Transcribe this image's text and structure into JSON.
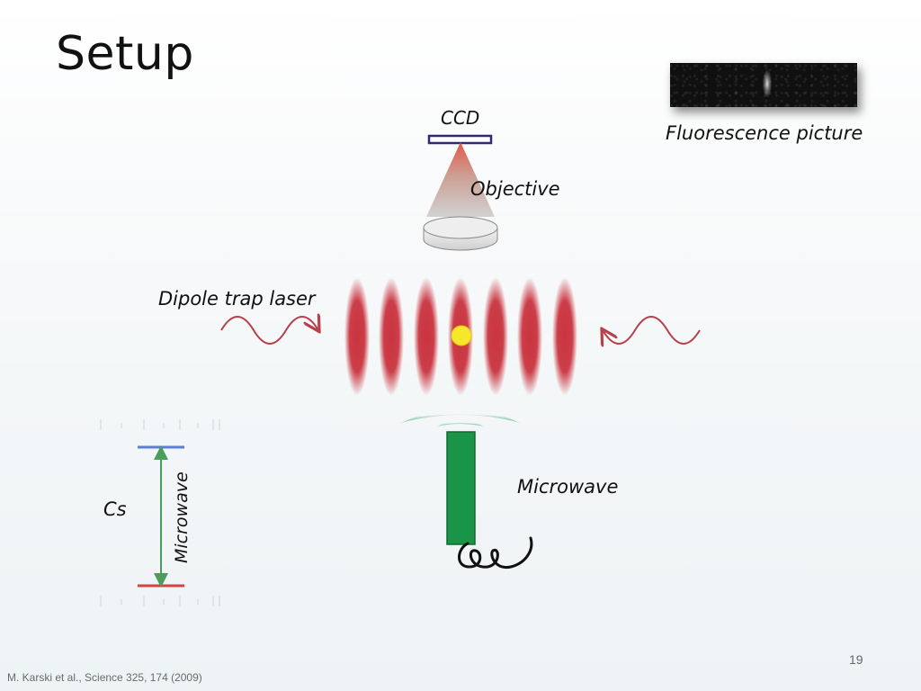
{
  "slide": {
    "title": "Setup",
    "page_number": "19",
    "citation": "M. Karski et al., Science 325,  174 (2009)"
  },
  "labels": {
    "ccd": "CCD",
    "objective": "Objective",
    "fluorescence": "Fluorescence picture",
    "dipole_laser": "Dipole trap laser",
    "microwave_antenna": "Microwave",
    "cs": "Cs",
    "microwave_transition": "Microwave"
  },
  "colors": {
    "trap_red": "#c9343f",
    "atom_yellow": "#f5e82a",
    "antenna_green": "#1a9446",
    "ccd_blue": "#2e2a78",
    "upper_level_blue": "#5b7fd6",
    "lower_level_red": "#d64141",
    "arrow_green": "#4c9c5c",
    "wave_red": "#b8404a"
  }
}
